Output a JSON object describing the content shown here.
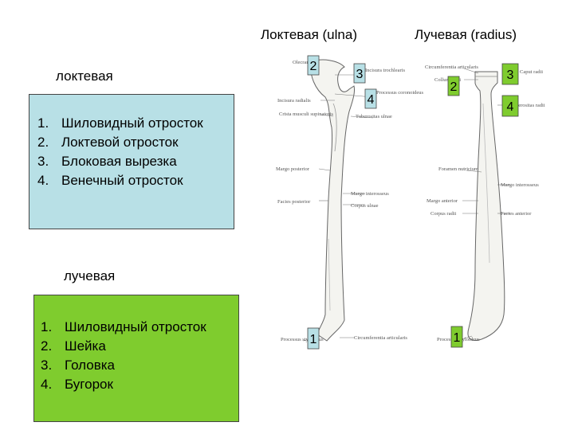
{
  "titles": {
    "ulna": "Локтевая (ulna)",
    "radius": "Лучевая (radius)"
  },
  "ulna_section": {
    "label": "локтевая",
    "items": [
      {
        "num": "1.",
        "text": "Шиловидный отросток"
      },
      {
        "num": "2.",
        "text": "Локтевой отросток"
      },
      {
        "num": "3.",
        "text": "Блоковая вырезка"
      },
      {
        "num": "4.",
        "text": "Венечный отросток"
      }
    ]
  },
  "radius_section": {
    "label": "лучевая",
    "items": [
      {
        "num": "1.",
        "text": "Шиловидный отросток"
      },
      {
        "num": "2.",
        "text": "Шейка"
      },
      {
        "num": "3.",
        "text": "Головка"
      },
      {
        "num": "4.",
        "text": "Бугорок"
      }
    ]
  },
  "markers": {
    "ulna": {
      "m2": "2",
      "m3": "3",
      "m4": "4",
      "m1": "1"
    },
    "radius": {
      "m3": "3",
      "m2": "2",
      "m4": "4",
      "m1": "1"
    }
  },
  "atlas_labels": {
    "ulna": {
      "olecranon": "Olecranon",
      "incisura_troch": "Incisura trochlearis",
      "incisura_radialis": "Incisura radialis",
      "proc_coronoideus": "Processus coronoideus",
      "crista": "Crista musculi supinatoris",
      "tuberositas": "Tuberositas ulnae",
      "margo_posterior": "Margo posterior",
      "margo_interosseus": "Margo interosseus",
      "facies_posterior": "Facies posterior",
      "corpus": "Corpus ulnae",
      "proc_styloideus": "Processus styloideus",
      "circumferentia": "Circumferentia articularis"
    },
    "radius": {
      "circumferentia": "Circumferentia articularis",
      "caput": "Caput radii",
      "collum": "Collum radii",
      "tuberositas": "Tuberositas radii",
      "foramen": "Foramen nutricium",
      "margo_interosseus": "Margo interosseus",
      "margo_anterior": "Margo anterior",
      "corpus": "Corpus radii",
      "facies_anterior": "Facies anterior",
      "proc_styloideus": "Processus styloideus"
    }
  },
  "colors": {
    "ulna_box": "#b8e0e6",
    "radius_box": "#7fcc2e",
    "marker_bg": "#b8e0e6"
  }
}
